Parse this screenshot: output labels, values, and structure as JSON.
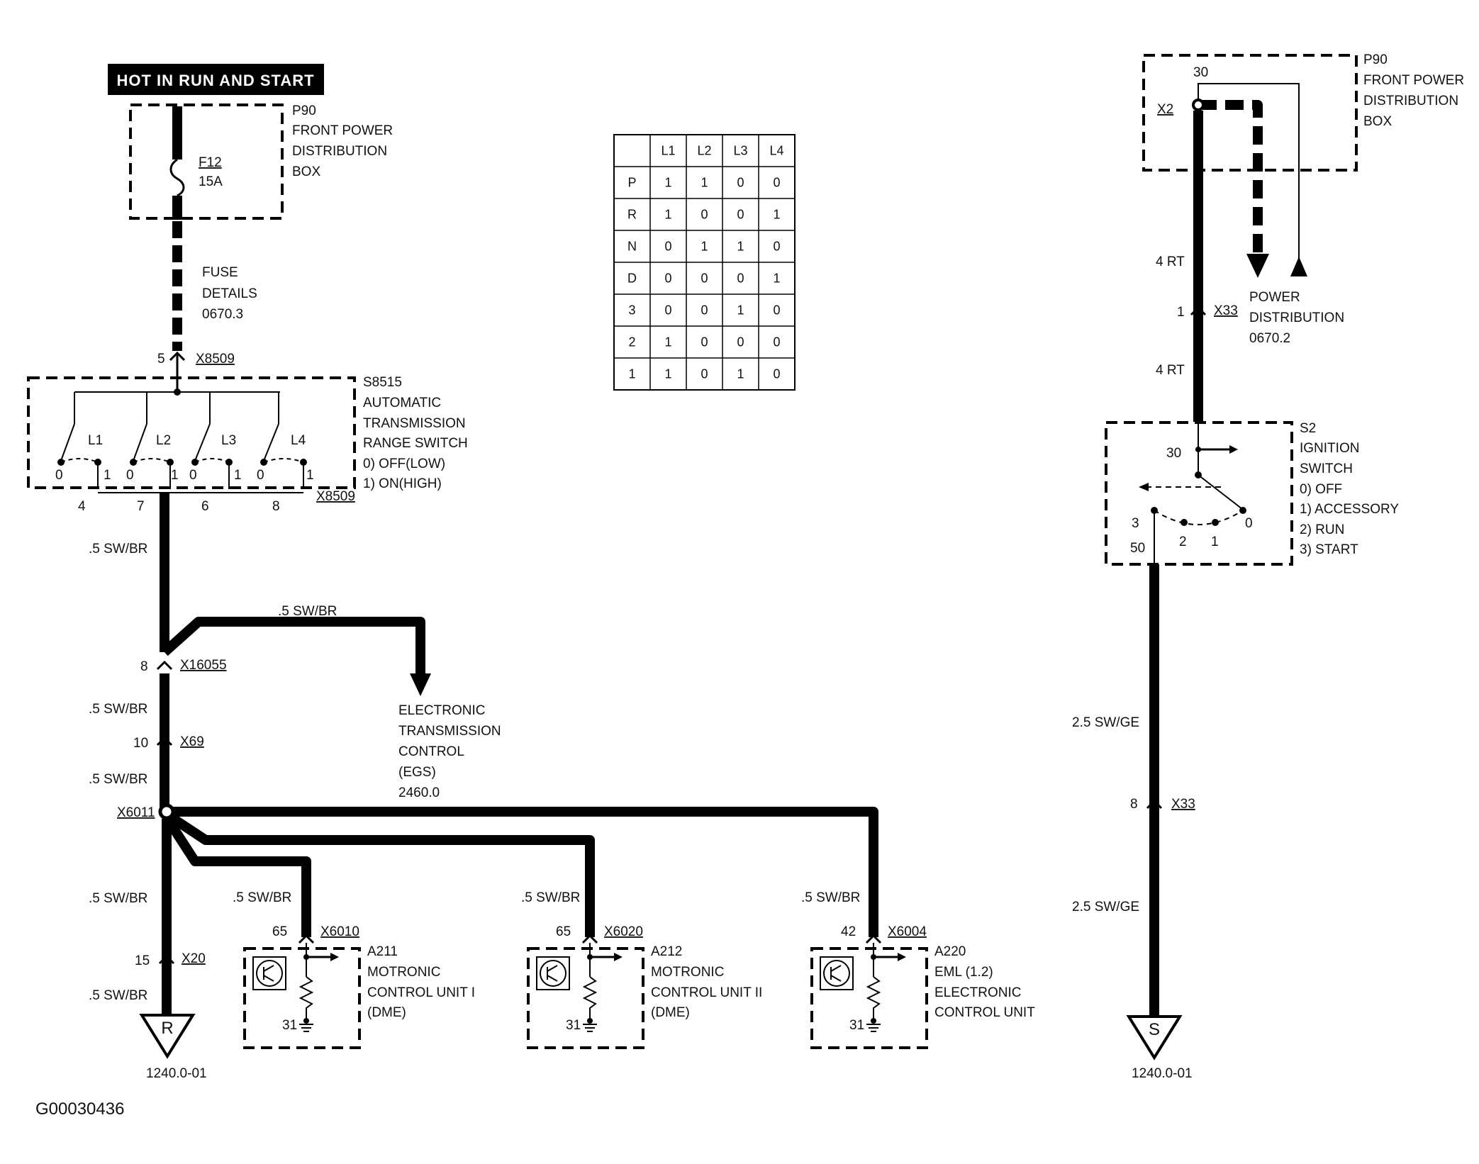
{
  "left": {
    "hot_banner": "HOT IN RUN AND START",
    "p90": {
      "id": "P90",
      "line1": "FRONT POWER",
      "line2": "DISTRIBUTION",
      "line3": "BOX"
    },
    "fuse": {
      "id": "F12",
      "rating": "15A"
    },
    "fuse_details": {
      "line1": "FUSE",
      "line2": "DETAILS",
      "line3": "0670.3"
    },
    "conn_x8509_top": {
      "pin": "5",
      "id": "X8509"
    },
    "s8515": {
      "id": "S8515",
      "line1": "AUTOMATIC",
      "line2": "TRANSMISSION",
      "line3": "RANGE SWITCH",
      "state0": "0)   OFF(LOW)",
      "state1": "1)   ON(HIGH)"
    },
    "switch_labels": [
      "L1",
      "L2",
      "L3",
      "L4"
    ],
    "switch_zero": "0",
    "switch_one": "1",
    "bottom_pins": [
      "4",
      "7",
      "6",
      "8"
    ],
    "conn_x8509_bottom": "X8509",
    "wire_5swbr": ".5 SW/BR",
    "conn_x16055": {
      "pin": "8",
      "id": "X16055"
    },
    "egs": {
      "line1": "ELECTRONIC",
      "line2": "TRANSMISSION",
      "line3": "CONTROL",
      "line4": "(EGS)",
      "line5": "2460.0"
    },
    "conn_x69": {
      "pin": "10",
      "id": "X69"
    },
    "splice": "X6011",
    "conn_x20": {
      "pin": "15",
      "id": "X20"
    },
    "ground_r": {
      "letter": "R",
      "ref": "1240.0-01"
    },
    "modules": [
      {
        "pin": "65",
        "conn": "X6010",
        "id": "A211",
        "line1": "MOTRONIC",
        "line2": "CONTROL UNIT I",
        "line3": "(DME)",
        "gnd": "31"
      },
      {
        "pin": "65",
        "conn": "X6020",
        "id": "A212",
        "line1": "MOTRONIC",
        "line2": "CONTROL UNIT II",
        "line3": "(DME)",
        "gnd": "31"
      },
      {
        "pin": "42",
        "conn": "X6004",
        "id": "A220",
        "line1": "EML (1.2)",
        "line2": "ELECTRONIC",
        "line3": "CONTROL UNIT",
        "gnd": "31"
      }
    ]
  },
  "table": {
    "headers": [
      "",
      "L1",
      "L2",
      "L3",
      "L4"
    ],
    "rows": [
      [
        "P",
        "1",
        "1",
        "0",
        "0"
      ],
      [
        "R",
        "1",
        "0",
        "0",
        "1"
      ],
      [
        "N",
        "0",
        "1",
        "1",
        "0"
      ],
      [
        "D",
        "0",
        "0",
        "0",
        "1"
      ],
      [
        "3",
        "0",
        "0",
        "1",
        "0"
      ],
      [
        "2",
        "1",
        "0",
        "0",
        "0"
      ],
      [
        "1",
        "1",
        "0",
        "1",
        "0"
      ]
    ]
  },
  "right": {
    "p90": {
      "id": "P90",
      "line1": "FRONT POWER",
      "line2": "DISTRIBUTION",
      "line3": "BOX",
      "pin": "30",
      "conn": "X2"
    },
    "wire_4rt": "4 RT",
    "power_dist": {
      "line1": "POWER",
      "line2": "DISTRIBUTION",
      "line3": "0670.2"
    },
    "conn_x33_top": {
      "pin": "1",
      "id": "X33"
    },
    "s2": {
      "id": "S2",
      "line1": "IGNITION",
      "line2": "SWITCH",
      "s0": "0)   OFF",
      "s1": "1)   ACCESSORY",
      "s2": "2)   RUN",
      "s3": "3)   START",
      "pin30": "30",
      "pin50": "50",
      "pos3": "3",
      "pos2": "2",
      "pos1": "1",
      "pos0": "0"
    },
    "wire_25swge": "2.5 SW/GE",
    "conn_x33_bottom": {
      "pin": "8",
      "id": "X33"
    },
    "ground_s": {
      "letter": "S",
      "ref": "1240.0-01"
    }
  },
  "figure_id": "G00030436"
}
